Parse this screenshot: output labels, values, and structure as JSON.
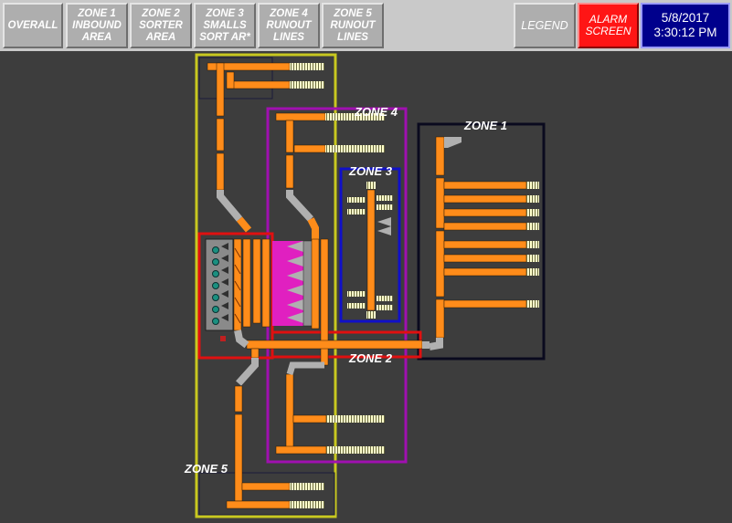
{
  "nav": {
    "overall": "OVERALL",
    "zone1": "ZONE 1\nINBOUND\nAREA",
    "zone2": "ZONE 2\nSORTER\nAREA",
    "zone3": "ZONE 3\nSMALLS\nSORT AR*",
    "zone4": "ZONE 4\nRUNOUT\nLINES",
    "zone5": "ZONE 5\nRUNOUT\nLINES",
    "legend": "LEGEND",
    "alarm": "ALARM\nSCREEN"
  },
  "datetime": {
    "date": "5/8/2017",
    "time": "3:30:12 PM"
  },
  "zones": {
    "zone1": "ZONE 1",
    "zone2": "ZONE 2",
    "zone3": "ZONE 3",
    "zone4": "ZONE 4",
    "zone5": "ZONE 5"
  },
  "colors": {
    "background": "#3d3d3d",
    "conveyor": "#ff8c1a",
    "zone1_border": "#0a0a1e",
    "zone2_border": "#e01010",
    "zone3_border": "#1010c8",
    "zone4_border": "#a010b0",
    "zone5_border": "#c8c820",
    "sorter": "#e020c0",
    "alarm": "#ff1515",
    "datetime_bg": "#00008c"
  }
}
